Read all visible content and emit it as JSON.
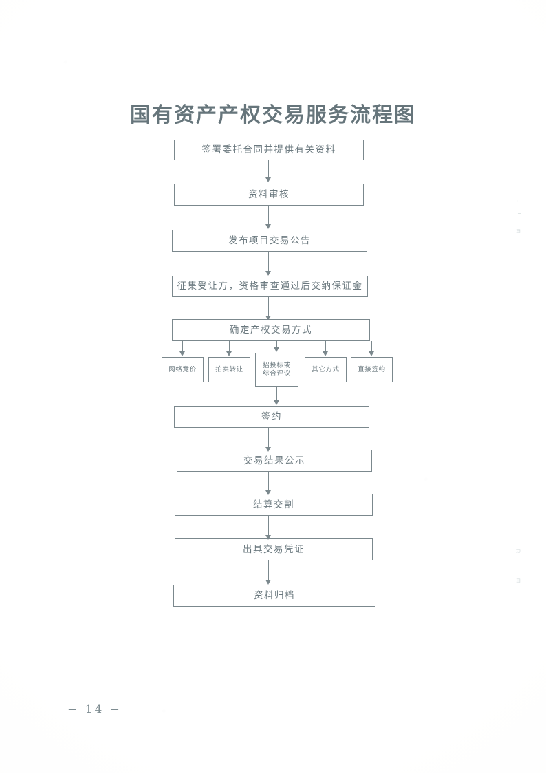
{
  "document": {
    "title": "国有资产产权交易服务流程图",
    "page_number": "− 14 −",
    "ink_color": "#6b797f",
    "line_color": "#7b888d",
    "paper_color": "#ffffff"
  },
  "chart_data": {
    "type": "diagram",
    "title": "国有资产产权交易服务流程图",
    "diagram_kind": "flowchart",
    "orientation": "top-to-bottom",
    "main_steps": [
      {
        "id": "step1",
        "label": "签署委托合同并提供有关资料"
      },
      {
        "id": "step2",
        "label": "资料审核"
      },
      {
        "id": "step3",
        "label": "发布项目交易公告"
      },
      {
        "id": "step4",
        "label": "征集受让方，资格审查通过后交纳保证金"
      },
      {
        "id": "step5",
        "label": "确定产权交易方式"
      },
      {
        "id": "step6",
        "label": "签约"
      },
      {
        "id": "step7",
        "label": "交易结果公示"
      },
      {
        "id": "step8",
        "label": "结算交割"
      },
      {
        "id": "step9",
        "label": "出具交易凭证"
      },
      {
        "id": "step10",
        "label": "资料归档"
      }
    ],
    "branches": [
      {
        "id": "branch1",
        "label": "网络竞价"
      },
      {
        "id": "branch2",
        "label": "拍卖转让"
      },
      {
        "id": "branch3",
        "label": "招投标或\n综合评议"
      },
      {
        "id": "branch4",
        "label": "其它方式"
      },
      {
        "id": "branch5",
        "label": "直接签约"
      }
    ],
    "edges": [
      {
        "from": "step1",
        "to": "step2"
      },
      {
        "from": "step2",
        "to": "step3"
      },
      {
        "from": "step3",
        "to": "step4"
      },
      {
        "from": "step4",
        "to": "step5"
      },
      {
        "from": "step5",
        "to": "branch1"
      },
      {
        "from": "step5",
        "to": "branch2"
      },
      {
        "from": "step5",
        "to": "branch3"
      },
      {
        "from": "step5",
        "to": "branch4"
      },
      {
        "from": "step5",
        "to": "branch5"
      },
      {
        "from": "branch3",
        "to": "step6"
      },
      {
        "from": "step6",
        "to": "step7"
      },
      {
        "from": "step7",
        "to": "step8"
      },
      {
        "from": "step8",
        "to": "step9"
      },
      {
        "from": "step9",
        "to": "step10"
      }
    ]
  },
  "margin_marks": [
    {
      "text": "·"
    },
    {
      "text": "−"
    },
    {
      "text": "ョ"
    },
    {
      "text": "ヵ"
    },
    {
      "text": "ョ"
    }
  ]
}
